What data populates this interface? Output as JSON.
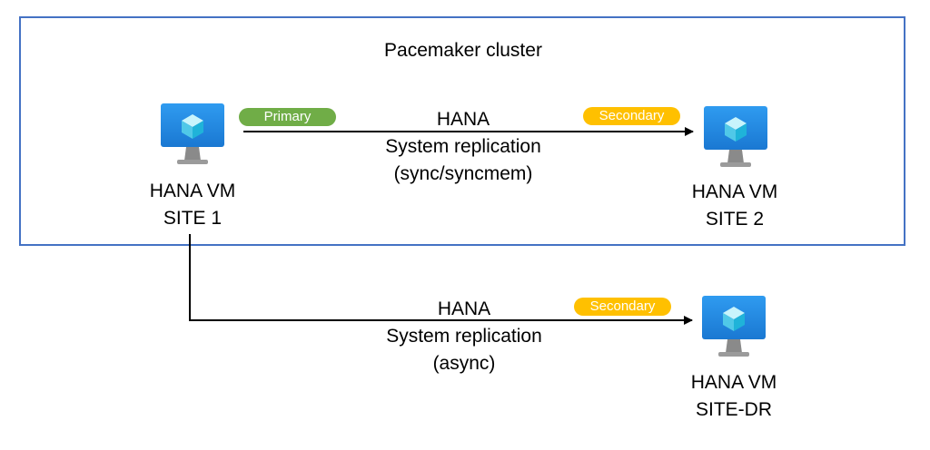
{
  "cluster": {
    "title": "Pacemaker cluster",
    "border_color": "#4472c4"
  },
  "nodes": {
    "site1": {
      "line1": "HANA VM",
      "line2": "SITE 1",
      "role": "Primary",
      "icon": "azure-vm-icon"
    },
    "site2": {
      "line1": "HANA VM",
      "line2": "SITE 2",
      "role": "Secondary",
      "icon": "azure-vm-icon"
    },
    "site_dr": {
      "line1": "HANA VM",
      "line2": "SITE-DR",
      "role": "Secondary",
      "icon": "azure-vm-icon"
    }
  },
  "replications": {
    "sync": {
      "line1": "HANA",
      "line2": "System replication",
      "line3": "(sync/syncmem)"
    },
    "async": {
      "line1": "HANA",
      "line2": "System replication",
      "line3": "(async)"
    }
  },
  "colors": {
    "primary_badge": "#70ad47",
    "secondary_badge": "#ffc000",
    "monitor": "#1e88e5",
    "cube": "#50c8e8",
    "arrow": "#000000"
  }
}
